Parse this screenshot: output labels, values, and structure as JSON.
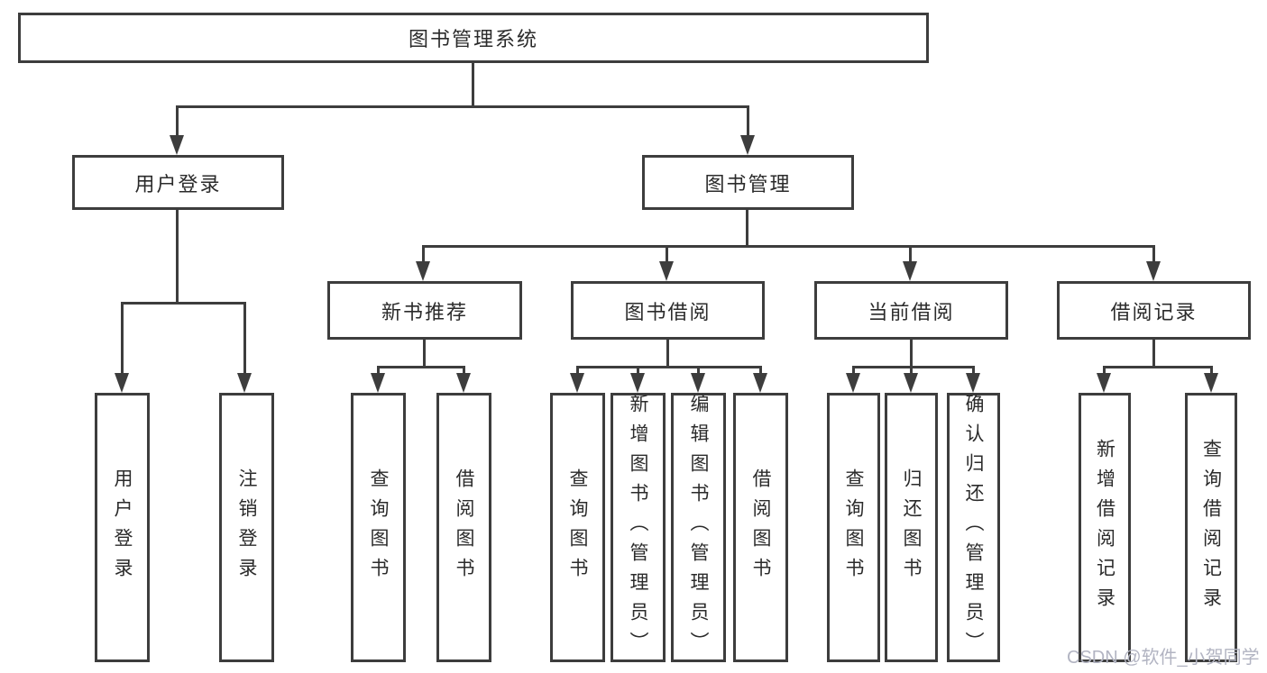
{
  "diagram": {
    "root": {
      "label": "图书管理系统"
    },
    "branches": [
      {
        "label": "用户登录",
        "leaves": [
          {
            "label": "用户登录"
          },
          {
            "label": "注销登录"
          }
        ]
      },
      {
        "label": "图书管理",
        "groups": [
          {
            "label": "新书推荐",
            "leaves": [
              {
                "label": "查询图书"
              },
              {
                "label": "借阅图书"
              }
            ]
          },
          {
            "label": "图书借阅",
            "leaves": [
              {
                "label": "查询图书"
              },
              {
                "label": "新增图书（管理员）"
              },
              {
                "label": "编辑图书（管理员）"
              },
              {
                "label": "借阅图书"
              }
            ]
          },
          {
            "label": "当前借阅",
            "leaves": [
              {
                "label": "查询图书"
              },
              {
                "label": "归还图书"
              },
              {
                "label": "确认归还（管理员）"
              }
            ]
          },
          {
            "label": "借阅记录",
            "leaves": [
              {
                "label": "新增借阅记录"
              },
              {
                "label": "查询借阅记录"
              }
            ]
          }
        ]
      }
    ]
  },
  "watermark": {
    "text": "CSDN @软件_小贺同学"
  },
  "colors": {
    "line": "#3d3d3d",
    "text": "#2b2b2b",
    "background": "#ffffff",
    "watermark": "#b2b4c2"
  }
}
